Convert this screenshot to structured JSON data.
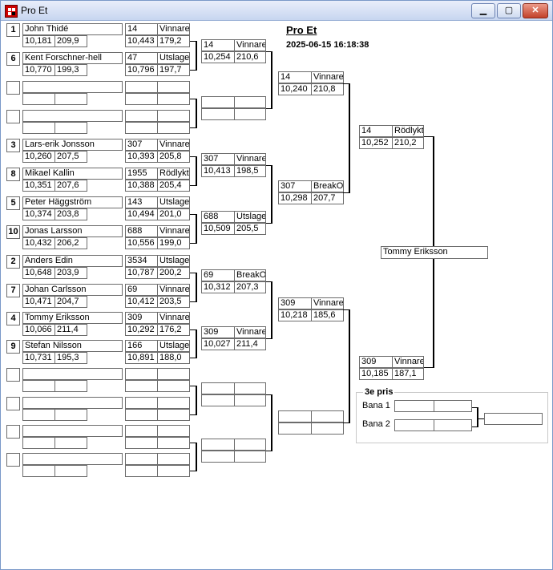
{
  "window": {
    "title": "Pro Et",
    "minimize": "▁",
    "maximize": "▢",
    "close": "✕"
  },
  "header": {
    "event_name": "Pro Et",
    "datetime": "2025-06-15 16:18:38"
  },
  "round1": [
    {
      "seed": "1",
      "name": "John Thidé",
      "rt": "10,181",
      "speed": "209,9",
      "nr": "14",
      "result": "Vinnare",
      "et": "10,443",
      "mph": "179,2"
    },
    {
      "seed": "6",
      "name": "Kent Forschner-hell",
      "rt": "10,770",
      "speed": "199,3",
      "nr": "47",
      "result": "Utslagen",
      "et": "10,796",
      "mph": "197,7"
    },
    {
      "seed": "",
      "name": "",
      "rt": "",
      "speed": "",
      "nr": "",
      "result": "",
      "et": "",
      "mph": ""
    },
    {
      "seed": "",
      "name": "",
      "rt": "",
      "speed": "",
      "nr": "",
      "result": "",
      "et": "",
      "mph": ""
    },
    {
      "seed": "3",
      "name": "Lars-erik Jonsson",
      "rt": "10,260",
      "speed": "207,5",
      "nr": "307",
      "result": "Vinnare",
      "et": "10,393",
      "mph": "205,8"
    },
    {
      "seed": "8",
      "name": "Mikael Kallin",
      "rt": "10,351",
      "speed": "207,6",
      "nr": "1955",
      "result": "Rödlyktan",
      "et": "10,388",
      "mph": "205,4"
    },
    {
      "seed": "5",
      "name": "Peter Häggström",
      "rt": "10,374",
      "speed": "203,8",
      "nr": "143",
      "result": "Utslagen",
      "et": "10,494",
      "mph": "201,0"
    },
    {
      "seed": "10",
      "name": "Jonas Larsson",
      "rt": "10,432",
      "speed": "206,2",
      "nr": "688",
      "result": "Vinnare",
      "et": "10,556",
      "mph": "199,0"
    },
    {
      "seed": "2",
      "name": "Anders Edin",
      "rt": "10,648",
      "speed": "203,9",
      "nr": "3534",
      "result": "Utslagen",
      "et": "10,787",
      "mph": "200,2"
    },
    {
      "seed": "7",
      "name": "Johan  Carlsson",
      "rt": "10,471",
      "speed": "204,7",
      "nr": "69",
      "result": "Vinnare",
      "et": "10,412",
      "mph": "203,5"
    },
    {
      "seed": "4",
      "name": "Tommy Eriksson",
      "rt": "10,066",
      "speed": "211,4",
      "nr": "309",
      "result": "Vinnare",
      "et": "10,292",
      "mph": "176,2"
    },
    {
      "seed": "9",
      "name": "Stefan  Nilsson",
      "rt": "10,731",
      "speed": "195,3",
      "nr": "166",
      "result": "Utslagen",
      "et": "10,891",
      "mph": "188,0"
    },
    {
      "seed": "",
      "name": "",
      "rt": "",
      "speed": "",
      "nr": "",
      "result": "",
      "et": "",
      "mph": ""
    },
    {
      "seed": "",
      "name": "",
      "rt": "",
      "speed": "",
      "nr": "",
      "result": "",
      "et": "",
      "mph": ""
    },
    {
      "seed": "",
      "name": "",
      "rt": "",
      "speed": "",
      "nr": "",
      "result": "",
      "et": "",
      "mph": ""
    },
    {
      "seed": "",
      "name": "",
      "rt": "",
      "speed": "",
      "nr": "",
      "result": "",
      "et": "",
      "mph": ""
    }
  ],
  "round2": [
    {
      "nr": "14",
      "result": "Vinnare",
      "et": "10,254",
      "mph": "210,6"
    },
    {
      "nr": "",
      "result": "",
      "et": "",
      "mph": ""
    },
    {
      "nr": "307",
      "result": "Vinnare",
      "et": "10,413",
      "mph": "198,5"
    },
    {
      "nr": "688",
      "result": "Utslagen",
      "et": "10,509",
      "mph": "205,5"
    },
    {
      "nr": "69",
      "result": "BreakOut",
      "et": "10,312",
      "mph": "207,3"
    },
    {
      "nr": "309",
      "result": "Vinnare",
      "et": "10,027",
      "mph": "211,4"
    },
    {
      "nr": "",
      "result": "",
      "et": "",
      "mph": ""
    },
    {
      "nr": "",
      "result": "",
      "et": "",
      "mph": ""
    }
  ],
  "round3": [
    {
      "nr": "14",
      "result": "Vinnare",
      "et": "10,240",
      "mph": "210,8"
    },
    {
      "nr": "307",
      "result": "BreakOut",
      "et": "10,298",
      "mph": "207,7"
    },
    {
      "nr": "309",
      "result": "Vinnare",
      "et": "10,218",
      "mph": "185,6"
    },
    {
      "nr": "",
      "result": "",
      "et": "",
      "mph": ""
    }
  ],
  "round4": [
    {
      "nr": "14",
      "result": "Rödlyktan",
      "et": "10,252",
      "mph": "210,2"
    },
    {
      "nr": "309",
      "result": "Vinnare",
      "et": "10,185",
      "mph": "187,1"
    }
  ],
  "winner": "Tommy Eriksson",
  "third_place": {
    "title": "3e pris",
    "lane1": "Bana 1",
    "lane2": "Bana 2"
  }
}
